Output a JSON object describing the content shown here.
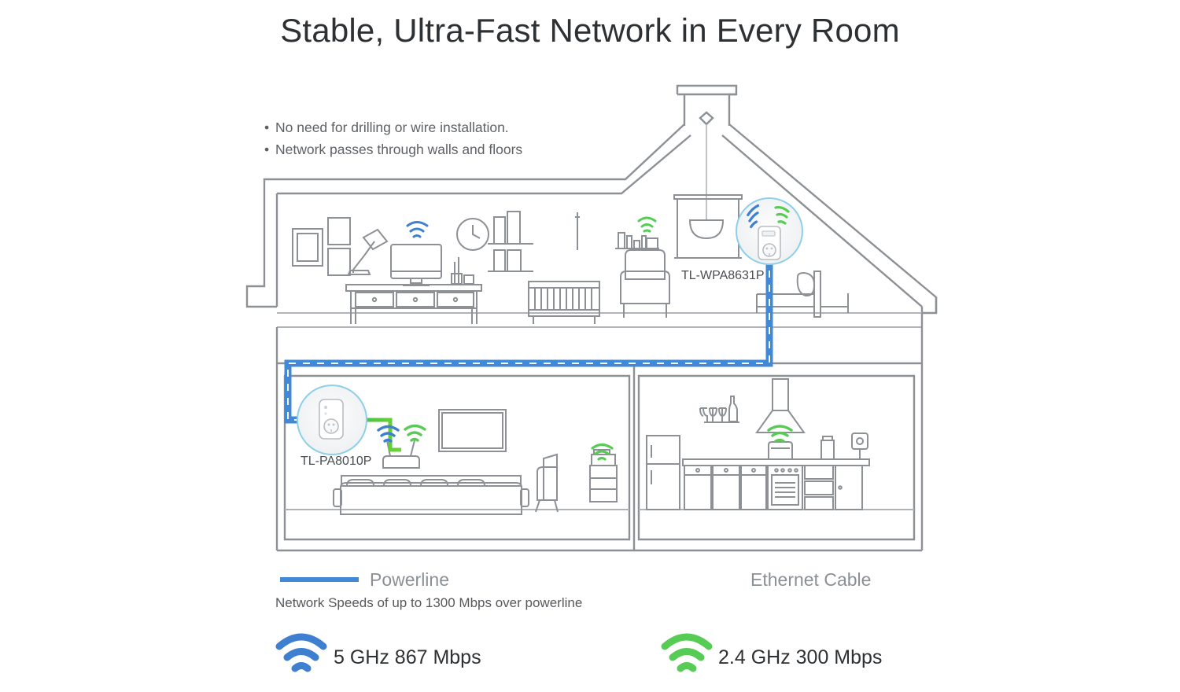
{
  "title": "Stable, Ultra-Fast Network in Every Room",
  "bullets": [
    {
      "marker": "•",
      "text": "No need for drilling or wire installation."
    },
    {
      "marker": "•",
      "text": "Network passes through walls and floors"
    }
  ],
  "devices": [
    {
      "id": "upper",
      "label": "TL-WPA8631P",
      "icon": "powerline-extender-icon",
      "bands": [
        "5ghz-wifi-icon",
        "2.4ghz-wifi-icon"
      ]
    },
    {
      "id": "lower",
      "label": "TL-PA8010P",
      "icon": "powerline-adapter-icon",
      "bands": []
    }
  ],
  "legend": {
    "powerline": {
      "label": "Powerline",
      "color": "#4189d6",
      "swatch": "powerline-line-swatch"
    },
    "ethernet": {
      "label": "Ethernet Cable",
      "color_start": "#1fae4b",
      "color_end": "#cdeb23",
      "swatch": "ethernet-line-swatch"
    },
    "note": "Network Speeds of up to 1300 Mbps over powerline"
  },
  "bands": [
    {
      "id": "band-5ghz",
      "icon": "wifi-icon-blue",
      "color": "#3f7fd0",
      "label": "5 GHz  867 Mbps",
      "frequency": "5 GHz",
      "speed": "867 Mbps"
    },
    {
      "id": "band-2-4ghz",
      "icon": "wifi-icon-green",
      "color": "#57cc55",
      "label": "2.4 GHz  300 Mbps",
      "frequency": "2.4 GHz",
      "speed": "300 Mbps"
    }
  ],
  "scene": {
    "house": "house-cutaway-illustration",
    "rooms": [
      {
        "id": "attic-room",
        "items": [
          "picture-frames",
          "desk-lamp",
          "desk",
          "monitor",
          "wall-clock",
          "bookshelf",
          "radiator",
          "armchair",
          "shelf-with-books",
          "pendant-lamp",
          "bed"
        ]
      },
      {
        "id": "living-room",
        "items": [
          "sofa",
          "wifi-router",
          "wall-tv",
          "armchair",
          "side-table",
          "printer"
        ]
      },
      {
        "id": "kitchen",
        "items": [
          "refrigerator",
          "cabinets",
          "oven",
          "range-hood",
          "wine-glass-shelf",
          "coffee-machine",
          "kettle",
          "wall-panel"
        ]
      }
    ],
    "wifi_emitters": [
      {
        "id": "monitor-wifi",
        "color": "blue"
      },
      {
        "id": "shelf-wifi",
        "color": "green"
      },
      {
        "id": "router-wifi-5g",
        "color": "blue"
      },
      {
        "id": "router-wifi-24g",
        "color": "green"
      },
      {
        "id": "printer-wifi",
        "color": "green"
      },
      {
        "id": "kitchen-appliance-wifi",
        "color": "green"
      }
    ]
  },
  "colors": {
    "line": "#8d9196",
    "line_light": "#b9bdc2",
    "powerline_blue": "#4189d6",
    "wifi_blue": "#3f7fd0",
    "wifi_green": "#57cc55",
    "text_dark": "#2e3134",
    "text_muted": "#8b9096"
  }
}
